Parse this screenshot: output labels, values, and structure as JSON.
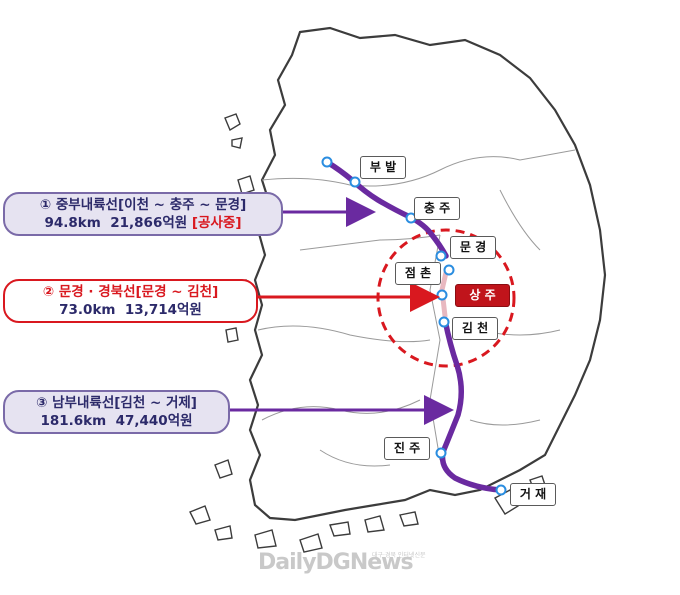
{
  "callouts": [
    {
      "circled": "①",
      "line1": "중부내륙선[이천 ~ 충주 ~ 문경]",
      "length": "94.8km",
      "cost": "21,866억원",
      "status": "[공사중]"
    },
    {
      "circled": "②",
      "line1": "문경 · 경북선[문경 ~ 김천]",
      "length": "73.0km",
      "cost": "13,714억원"
    },
    {
      "circled": "③",
      "line1": "남부내륙선[김천 ~ 거제]",
      "length": "181.6km",
      "cost": "47,440억원"
    }
  ],
  "stations": {
    "bubal": "부 발",
    "chungju": "충 주",
    "mungyeong": "문 경",
    "jeomchon": "점 촌",
    "sangju": "상 주",
    "gimcheon": "김 천",
    "jinju": "진 주",
    "geoje": "거 재"
  },
  "watermark": {
    "name": "DailyDGNews",
    "sub": "대구·경북 인터넷신문"
  },
  "colors": {
    "route": "#6a2aa0",
    "highlight": "#d9181f",
    "callout_fill": "#e6e3f1",
    "link": "#e8b8c0"
  }
}
